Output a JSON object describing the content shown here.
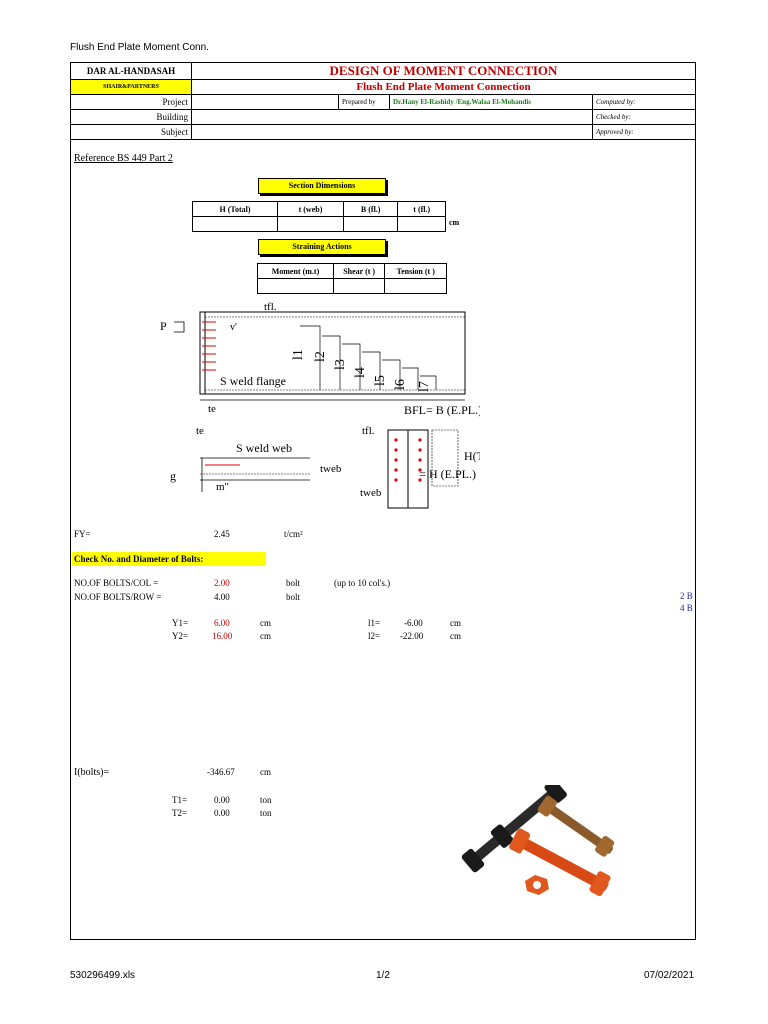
{
  "page_title": "Flush End Plate Moment Conn.",
  "header": {
    "company": "DAR AL-HANDASAH",
    "partners": "SHAIR&PARTNERS",
    "main_title": "DESIGN OF MOMENT CONNECTION",
    "sub_title": "Flush End Plate Moment Connection",
    "project_label": "Project",
    "building_label": "Building",
    "subject_label": "Subject",
    "prepared_by_label": "Prepared by",
    "prepared_by_value": "Dr.Hany El-Rashidy /Eng.Walaa El-Mohandis",
    "computed_by_label": "Computed by:",
    "checked_by_label": "Checked by:",
    "approved_by_label": "Approved by:"
  },
  "reference": "Reference BS 449 Part 2",
  "section_dimensions": {
    "title": "Section Dimensions",
    "columns": [
      "H (Total)",
      "t (web)",
      "B (fl.)",
      "t (fl.)"
    ],
    "unit": "cm"
  },
  "straining_actions": {
    "title": "Straining Actions",
    "columns": [
      "Moment (m.t)",
      "Shear (t )",
      "Tension (t )"
    ]
  },
  "diagram": {
    "p_label": "P",
    "v_label": "v'",
    "tfl_label": "tfl.",
    "l_labels": [
      "l1",
      "l2",
      "l3",
      "l4",
      "l5",
      "l6",
      "l7"
    ],
    "weld_flange": "S weld flange",
    "te_label": "te",
    "bfl_label": "BFL= B (E.PL.)",
    "te2_label": "te",
    "weld_web": "S weld web",
    "g_label": "g",
    "m_label": "m\"",
    "tweb_label": "tweb",
    "tfl2_label": "tfl.",
    "h_total_label": "H(Total)",
    "h_epl_label": "= H (E.PL.)",
    "tweb2_label": "tweb"
  },
  "fy": {
    "label": "FY=",
    "value": "2.45",
    "unit": "t/cm²"
  },
  "bolts_section_title": "Check No. and Diameter of Bolts:",
  "bolts_per_col": {
    "label": "NO.OF BOLTS/COL =",
    "value": "2.00",
    "unit": "bolt",
    "note": "(up to 10 col's.)"
  },
  "bolts_per_row": {
    "label": "NO.OF BOLTS/ROW =",
    "value": "4.00",
    "unit": "bolt"
  },
  "right_notes": [
    "2 B",
    "4 B"
  ],
  "y_values": [
    {
      "label": "Y1=",
      "value": "6.00",
      "unit": "cm"
    },
    {
      "label": "Y2=",
      "value": "16.00",
      "unit": "cm"
    }
  ],
  "l_values": [
    {
      "label": "l1=",
      "value": "-6.00",
      "unit": "cm"
    },
    {
      "label": "l2=",
      "value": "-22.00",
      "unit": "cm"
    }
  ],
  "i_bolts": {
    "label": "I(bolts)=",
    "value": "-346.67",
    "unit": "cm"
  },
  "t_values": [
    {
      "label": "T1=",
      "value": "0.00",
      "unit": "ton"
    },
    {
      "label": "T2=",
      "value": "0.00",
      "unit": "ton"
    }
  ],
  "footer": {
    "file": "530296499.xls",
    "page": "1/2",
    "date": "07/02/2021"
  },
  "colors": {
    "accent_yellow": "#ffff00",
    "title_red": "#c00000",
    "note_blue": "#1f1fb0",
    "name_green": "#1a7a1a"
  }
}
